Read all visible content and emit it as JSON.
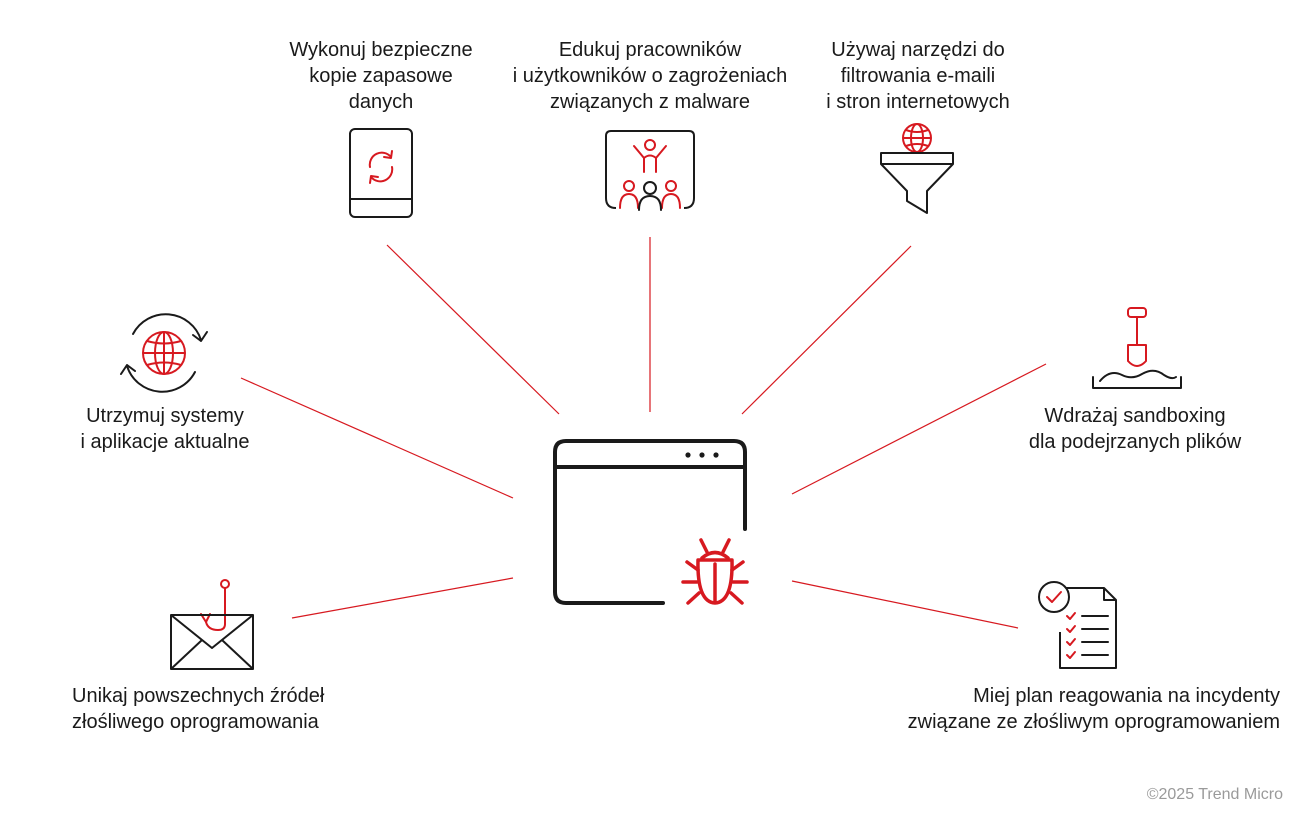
{
  "colors": {
    "accent": "#d71920",
    "ink": "#1a1a1a",
    "muted": "#9a9a9a"
  },
  "center": {
    "icon": "browser-window-bug-icon"
  },
  "tips": [
    {
      "id": "backup",
      "icon": "backup-drive-sync-icon",
      "lines": [
        "Wykonuj bezpieczne",
        "kopie zapasowe",
        "danych"
      ]
    },
    {
      "id": "educate",
      "icon": "training-people-icon",
      "lines": [
        "Edukuj pracowników",
        "i użytkowników o zagrożeniach",
        "związanych z malware"
      ]
    },
    {
      "id": "filter",
      "icon": "globe-filter-funnel-icon",
      "lines": [
        "Używaj narzędzi do",
        "filtrowania e-maili",
        "i stron internetowych"
      ]
    },
    {
      "id": "update",
      "icon": "globe-refresh-icon",
      "lines": [
        "Utrzymuj systemy",
        "i aplikacje aktualne"
      ]
    },
    {
      "id": "sandbox",
      "icon": "sandbox-shovel-icon",
      "lines": [
        "Wdrażaj sandboxing",
        "dla podejrzanych plików"
      ]
    },
    {
      "id": "avoid",
      "icon": "phishing-email-hook-icon",
      "lines": [
        "Unikaj powszechnych źródeł",
        "złośliwego oprogramowania"
      ]
    },
    {
      "id": "plan",
      "icon": "response-checklist-icon",
      "lines": [
        "Miej plan reagowania na incydenty",
        "związane ze złośliwym oprogramowaniem"
      ]
    }
  ],
  "copyright": "©2025 Trend Micro"
}
